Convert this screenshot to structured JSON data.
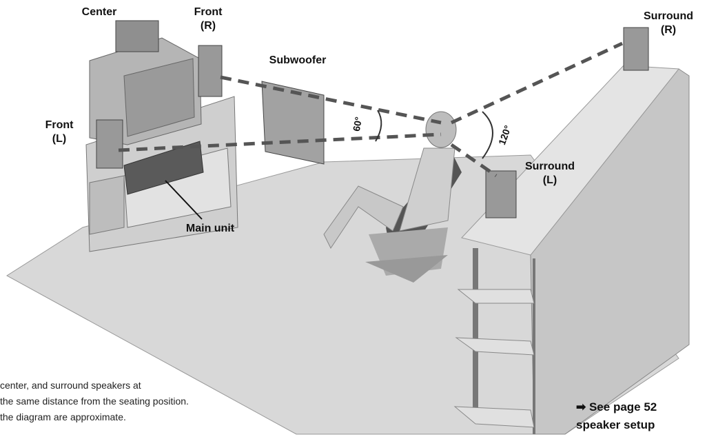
{
  "labels": {
    "center": "Center",
    "front_r_line1": "Front",
    "front_r_line2": "(R)",
    "front_l_line1": "Front",
    "front_l_line2": "(L)",
    "subwoofer": "Subwoofer",
    "surround_r_line1": "Surround",
    "surround_r_line2": "(R)",
    "surround_l_line1": "Surround",
    "surround_l_line2": "(L)",
    "main_unit": "Main unit"
  },
  "angles": {
    "front": "60°",
    "surround": "120°"
  },
  "note": {
    "line1": "center, and surround speakers at",
    "line2": "the same distance from the seating position.",
    "line3": "the diagram are approximate."
  },
  "reference": {
    "line1": "➡ See page 52",
    "line2": "speaker setup"
  },
  "colors": {
    "floor": "#d9d9d9",
    "wall": "#c4c4c4",
    "furniture": "#b8b8b8",
    "dashed_line": "#555555"
  }
}
